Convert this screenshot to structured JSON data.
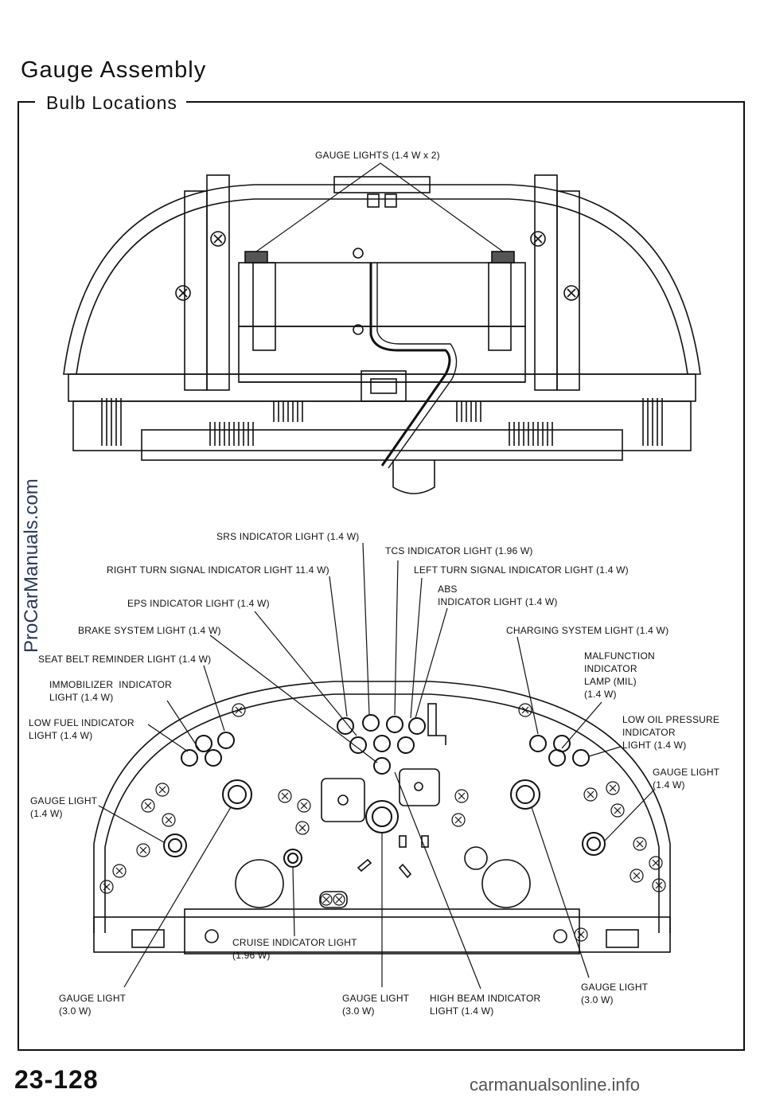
{
  "header": {
    "title": "Gauge Assembly",
    "subtitle": "Bulb Locations"
  },
  "labels": {
    "gauge_lights_top": "GAUGE LIGHTS (1.4 W x 2)",
    "srs": "SRS INDICATOR LIGHT (1.4 W)",
    "tcs": "TCS INDICATOR LIGHT (1.96 W)",
    "right_turn": "RIGHT TURN SIGNAL INDICATOR LIGHT 11.4 W)",
    "left_turn": "LEFT TURN SIGNAL INDICATOR LIGHT (1.4 W)",
    "abs": "ABS\nINDICATOR LIGHT (1.4 W)",
    "eps": "EPS INDICATOR LIGHT (1.4 W)",
    "brake": "BRAKE SYSTEM LIGHT (1.4 W)",
    "charging": "CHARGING SYSTEM LIGHT (1.4 W)",
    "seat_belt": "SEAT BELT REMINDER LIGHT (1.4 W)",
    "mil": "MALFUNCTION\nINDICATOR\nLAMP (MIL)\n(1.4 W)",
    "immobilizer": "IMMOBILIZER  INDICATOR\nLIGHT (1.4 W)",
    "low_fuel": "LOW FUEL INDICATOR\nLIGHT (1.4 W)",
    "low_oil": "LOW OIL PRESSURE\nINDICATOR\nLIGHT (1.4 W)",
    "gauge_light_right": "GAUGE LIGHT\n(1.4 W)",
    "gauge_light_left": "GAUGE LIGHT\n(1.4 W)",
    "cruise": "CRUISE INDICATOR LIGHT\n(1.96 W)",
    "gauge_light_bl": "GAUGE LIGHT\n(3.0 W)",
    "gauge_light_bc": "GAUGE LIGHT\n(3.0 W)",
    "high_beam": "HIGH BEAM INDICATOR\nLIGHT (1.4 W)",
    "gauge_light_br": "GAUGE LIGHT\n(3.0 W)"
  },
  "footer": {
    "page_number": "23-128",
    "watermark_side": "ProCarManuals.com",
    "watermark_bottom": "carmanualsonline.info"
  }
}
